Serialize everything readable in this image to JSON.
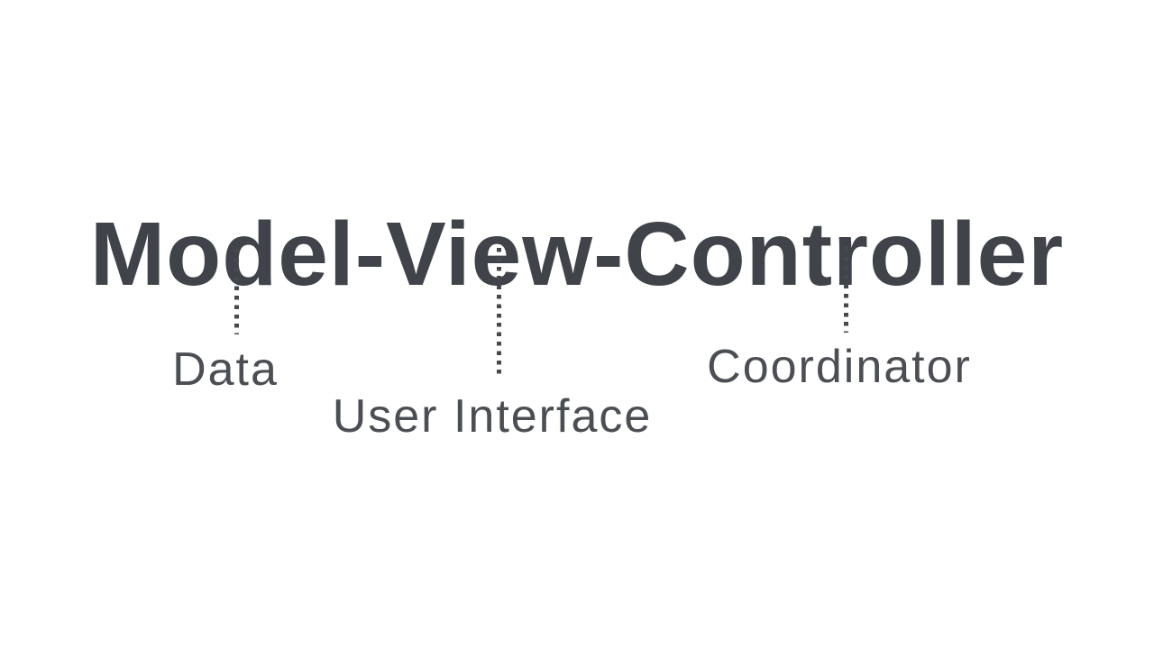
{
  "colors": {
    "page-bg": "#ffffff",
    "title": "#40444a",
    "label": "#4b4f54",
    "connector": "#46494e"
  },
  "title": "Model-View-Controller",
  "terms": [
    {
      "component": "Model",
      "label": "Data"
    },
    {
      "component": "View",
      "label": "User Interface"
    },
    {
      "component": "Controller",
      "label": "Coordinator"
    }
  ]
}
